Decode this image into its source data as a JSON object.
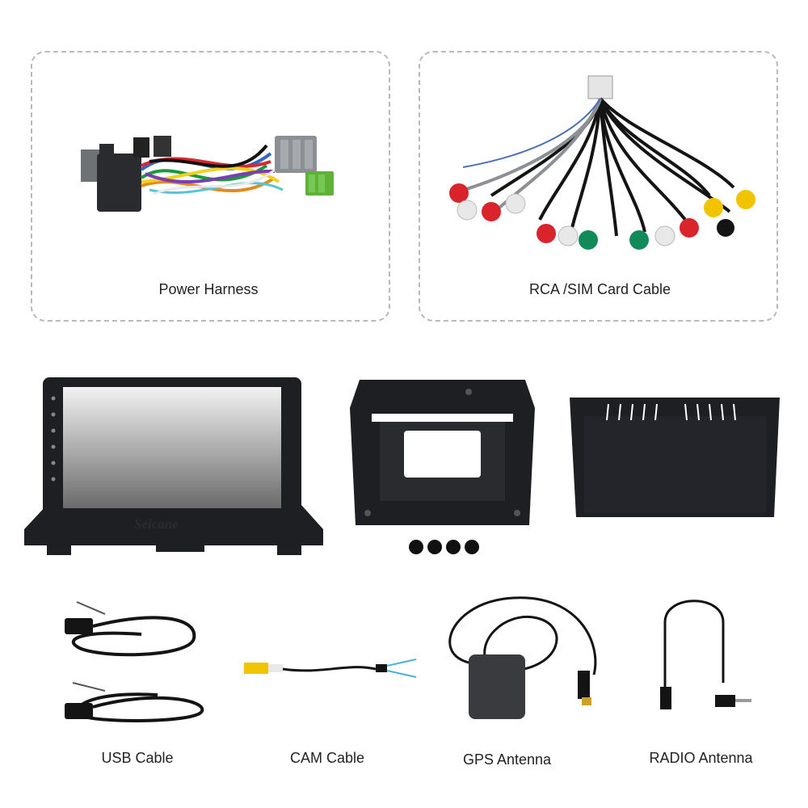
{
  "accessories": {
    "power_harness": "Power Harness",
    "rca_sim_cable": "RCA /SIM Card Cable",
    "usb_cable": "USB Cable",
    "cam_cable": "CAM Cable",
    "gps_antenna": "GPS Antenna",
    "radio_antenna": "RADIO Antenna"
  },
  "radio_unit": {
    "brand": "Seicane"
  },
  "colors": {
    "frame_border": "#b9b9b9",
    "unit_body": "#1e1f22",
    "screen_top": "#f2f2f2",
    "screen_bottom": "#6b6b6b",
    "rca_red": "#d8242a",
    "rca_white": "#e8e8e8",
    "rca_yellow": "#f2c400",
    "rca_green": "#138a5a",
    "connector_green": "#5fb13a",
    "connector_grey": "#8c8f93",
    "cable_black": "#141414"
  }
}
